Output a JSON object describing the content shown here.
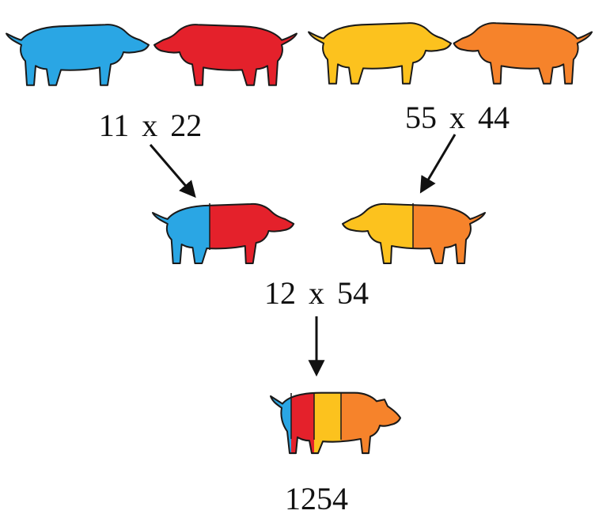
{
  "colors": {
    "blue": "#2aa6e4",
    "red": "#e4212b",
    "yellow": "#fcc21e",
    "orange": "#f6832b",
    "outline": "#1a1a1a"
  },
  "generation_1": {
    "left_cross": {
      "a": "11",
      "op": "x",
      "b": "22"
    },
    "right_cross": {
      "a": "55",
      "op": "x",
      "b": "44"
    }
  },
  "generation_2": {
    "cross": {
      "a": "12",
      "op": "x",
      "b": "54"
    }
  },
  "generation_3": {
    "result": "1254"
  }
}
